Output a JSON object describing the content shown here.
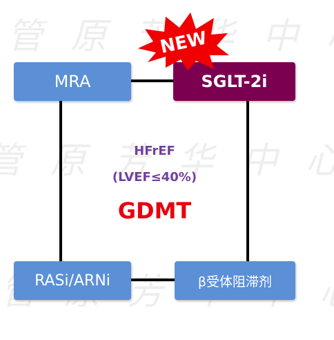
{
  "boxes": {
    "mra": "MRA",
    "sglt": "SGLT-2i",
    "rasi": "RASi/ARNi",
    "beta": "β受体阻滞剂"
  },
  "center": {
    "hfref": "HFrEF",
    "lvef": "(LVEF≤40%)",
    "gdmt": "GDMT"
  },
  "badge": {
    "new": "NEW"
  },
  "watermark_text": "管 原 芳 华 中 心",
  "colors": {
    "box_blue": "#5b8fd6",
    "box_purple": "#7c0050",
    "badge_red": "#f00000",
    "center_purple": "#7040a0",
    "gdmt_red": "#e8000f",
    "connector": "#000000"
  }
}
